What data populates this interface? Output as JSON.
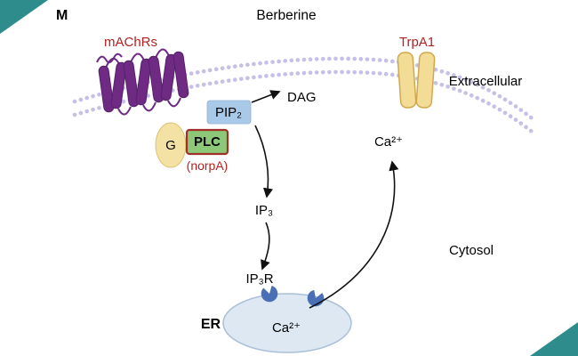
{
  "figure": {
    "panel_label": "M",
    "title": "Berberine"
  },
  "labels": {
    "machrs": "mAChRs",
    "trpa1": "TrpA1",
    "extracellular": "Extracellular",
    "cytosol": "Cytosol",
    "pip2": "PIP₂",
    "dag": "DAG",
    "g_protein": "G",
    "plc": "PLC",
    "norpa": "(norpA)",
    "ip3": "IP₃",
    "ip3r": "IP₃R",
    "er": "ER",
    "ca_er": "Ca²⁺",
    "ca_released": "Ca²⁺"
  },
  "colors": {
    "corner_teal": "#2e8c8c",
    "membrane_dots": "#c6c0e6",
    "receptor_purple": "#6f2b84",
    "receptor_stroke": "#55206a",
    "channel_yellow": "#f2dc96",
    "channel_stroke": "#cfa94e",
    "gprotein_yellow": "#f3e2a3",
    "gprotein_stroke": "#dcc375",
    "plc_green": "#8cc878",
    "plc_border_red": "#a03028",
    "pip2_blue": "#a9c9e9",
    "er_fill": "#dde8f3",
    "er_stroke": "#a9bfd8",
    "ip3r_blue": "#4a6fb5",
    "label_red": "#b22222",
    "arrow_black": "#111111"
  }
}
